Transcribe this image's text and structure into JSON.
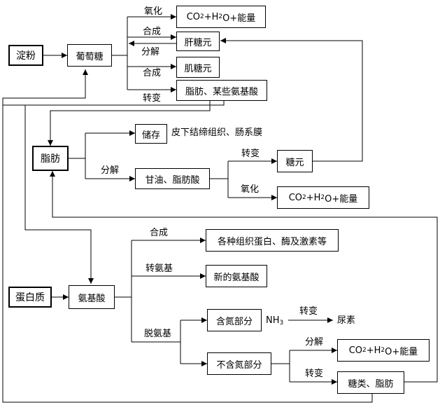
{
  "nodes": {
    "starch": "淀粉",
    "glucose": "葡萄糖",
    "glucose_oxid_products": {
      "pre": "CO",
      "sub1": "2",
      "mid": "+H",
      "sub2": "2",
      "post": "O+能量"
    },
    "liver_glycogen": "肝糖元",
    "muscle_glycogen": "肌糖元",
    "fat_aa": "脂肪、某些氨基酸",
    "fat": "脂肪",
    "storage": "储存",
    "storage_desc": "皮下结缔组织、肠系膜",
    "glycerol_fa": "甘油、脂肪酸",
    "glycogen": "糖元",
    "fat_oxid_products": {
      "pre": "CO",
      "sub1": "2",
      "mid": "+H",
      "sub2": "2",
      "post": "O+能量"
    },
    "protein": "蛋白质",
    "amino_acid": "氨基酸",
    "proteins_hormones": "各种组织蛋白、酶及激素等",
    "new_aa": "新的氨基酸",
    "n_part": "含氮部分",
    "nh3": {
      "pre": "NH",
      "sub": "3"
    },
    "urea": "尿素",
    "non_n_part": "不含氮部分",
    "aa_oxid_products": {
      "pre": "CO",
      "sub1": "2",
      "mid": "+H",
      "sub2": "2",
      "post": "O+能量"
    },
    "sugars_fat": "糖类、脂肪"
  },
  "labels": {
    "oxidation_1": "氧化",
    "synthesis_1": "合成",
    "decompose_1": "分解",
    "synthesis_2": "合成",
    "convert_1": "转变",
    "decompose_2": "分解",
    "convert_2": "转变",
    "oxidation_2": "氧化",
    "synthesis_3": "合成",
    "transamination": "转氨基",
    "deamination": "脱氨基",
    "convert_3": "转变",
    "decompose_3": "分解",
    "convert_4": "转变"
  }
}
